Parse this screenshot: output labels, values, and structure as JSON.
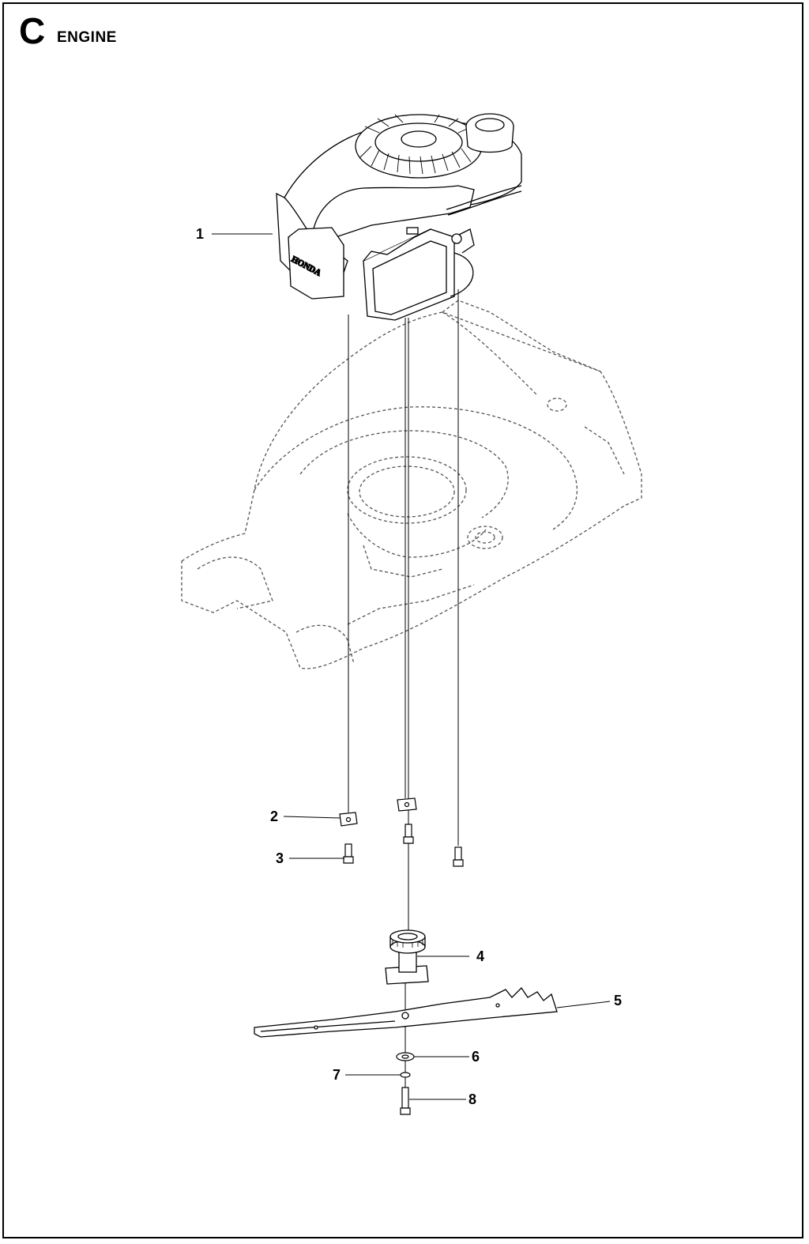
{
  "section": {
    "letter": "C",
    "title": "ENGINE"
  },
  "engine": {
    "brand_label": "HONDA"
  },
  "callouts": [
    {
      "id": "1"
    },
    {
      "id": "2"
    },
    {
      "id": "3"
    },
    {
      "id": "4"
    },
    {
      "id": "5"
    },
    {
      "id": "6"
    },
    {
      "id": "7"
    },
    {
      "id": "8"
    }
  ]
}
